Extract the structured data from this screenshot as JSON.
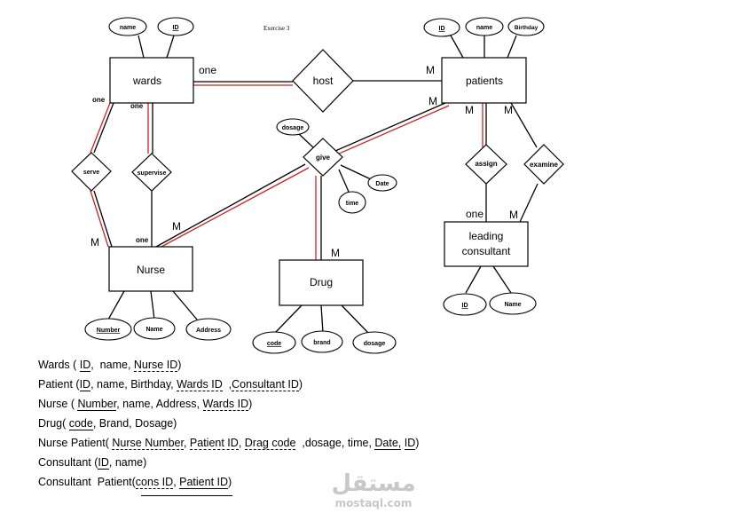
{
  "title": "Exercise 3",
  "entities": {
    "wards": "wards",
    "patients": "patients",
    "nurse": "Nurse",
    "drug": "Drug",
    "leading_consultant_line1": "leading",
    "leading_consultant_line2": "consultant"
  },
  "relationships": {
    "host": "host",
    "give": "give",
    "serve": "serve",
    "supervise": "supervise",
    "assign": "assign",
    "examine": "examine"
  },
  "attributes": {
    "wards_name": "name",
    "wards_id": "ID",
    "patients_id": "ID",
    "patients_name": "name",
    "patients_birthday": "Birthday",
    "give_dosage": "dosage",
    "give_date": "Date",
    "give_time": "time",
    "nurse_number": "Number",
    "nurse_name": "Name",
    "nurse_address": "Address",
    "drug_code": "code",
    "drug_brand": "brand",
    "drug_dosage": "dosage",
    "consultant_id": "ID",
    "consultant_name": "Name"
  },
  "cardinalities": {
    "wards_host": "one",
    "patients_host": "M",
    "wards_serve": "one",
    "wards_supervise": "one",
    "nurse_serve": "M",
    "nurse_supervise": "one",
    "nurse_give": "M",
    "patients_give": "M",
    "drug_give": "M",
    "patients_assign": "M",
    "patients_examine": "M",
    "consultant_assign": "one",
    "consultant_examine": "M"
  },
  "schema": {
    "wards": {
      "pre": "Wards ( ",
      "k1": "ID",
      "mid1": ",  name, ",
      "k2": "Nurse ID",
      "post": ")"
    },
    "patient": {
      "pre": "Patient (",
      "k1": "ID",
      "mid1": ", name, Birthday, ",
      "k2": "Wards ID",
      "mid2": "  ,",
      "k3": "Consultant ID",
      "post": ")"
    },
    "nurse": {
      "pre": "Nurse ( ",
      "k1": "Number",
      "mid1": ", name, Address, ",
      "k2": "Wards ID",
      "post": ")"
    },
    "drug": {
      "pre": "Drug( ",
      "k1": "code",
      "post": ", Brand, Dosage)"
    },
    "nurse_patient": {
      "pre": "Nurse Patient( ",
      "k1": "Nurse Number",
      "mid1": ", ",
      "k2": "Patient ID",
      "mid2": ", ",
      "k3": "Drag code",
      "mid3": "  ,dosage, time, ",
      "k4": "Date,",
      "mid4": " ",
      "k5": "ID",
      "post": ")"
    },
    "consultant": {
      "pre": "Consultant (",
      "k1": "ID",
      "post": ", name)"
    },
    "consultant_patient": {
      "pre": "Consultant  Patient(",
      "k1": "cons ID",
      "mid1": ", ",
      "k2": "Patient ID",
      "post": ")"
    }
  },
  "watermark": {
    "logo": "مستقل",
    "domain": "mostaql.com"
  }
}
